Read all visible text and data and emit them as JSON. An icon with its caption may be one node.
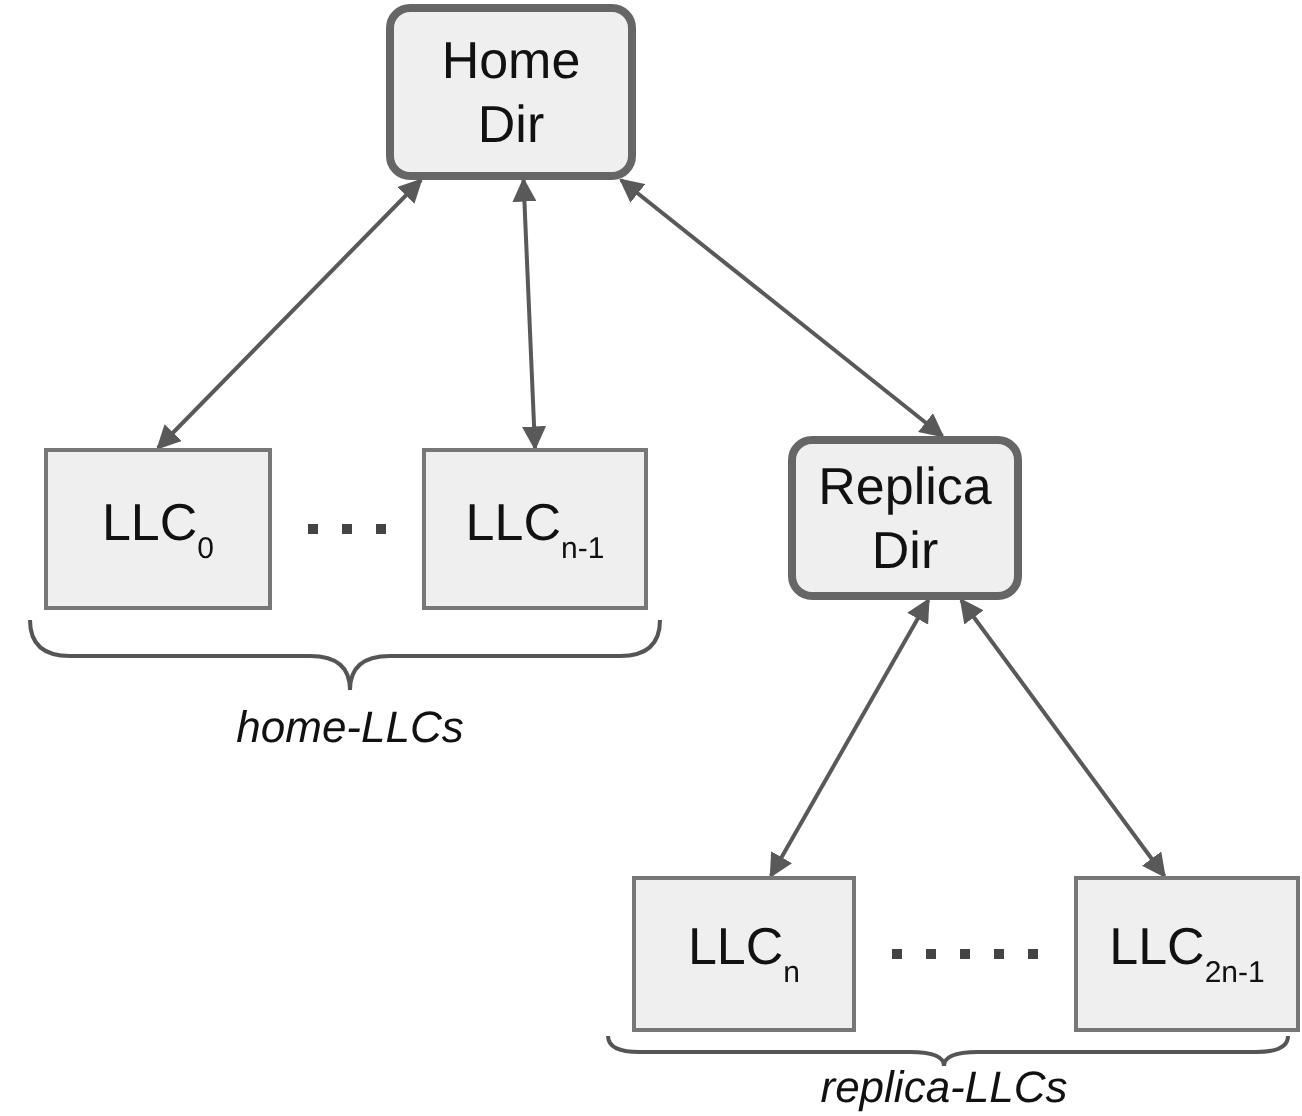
{
  "diagram": {
    "nodes": [
      {
        "text": [
          "Home Dir"
        ]
      },
      {
        "text": [
          "LLC$_{0}$"
        ]
      },
      {
        "text": [
          "LLC$_{n-1}$"
        ]
      },
      {
        "text": [
          "Replica Dir"
        ]
      },
      {
        "text": [
          "LLC$_{n}$"
        ]
      },
      {
        "text": [
          "LLC$_{2n-1}$"
        ]
      }
    ],
    "edges": [
      {
        "from": 0,
        "to": 1,
        "arrow": "both"
      },
      {
        "from": 0,
        "to": 2,
        "arrow": "both"
      },
      {
        "from": 0,
        "to": 3,
        "arrow": "both"
      },
      {
        "from": 3,
        "to": 4,
        "arrow": "both"
      },
      {
        "from": 3,
        "to": 5,
        "arrow": "both"
      },
      {
        "from": 1,
        "to": 2,
        "arrow": "none",
        "style": "dashed"
      },
      {
        "from": 4,
        "to": 5,
        "arrow": "none",
        "style": "dashed"
      }
    ],
    "labels": [
      "home-LLCs",
      "replica-LLCs"
    ]
  }
}
